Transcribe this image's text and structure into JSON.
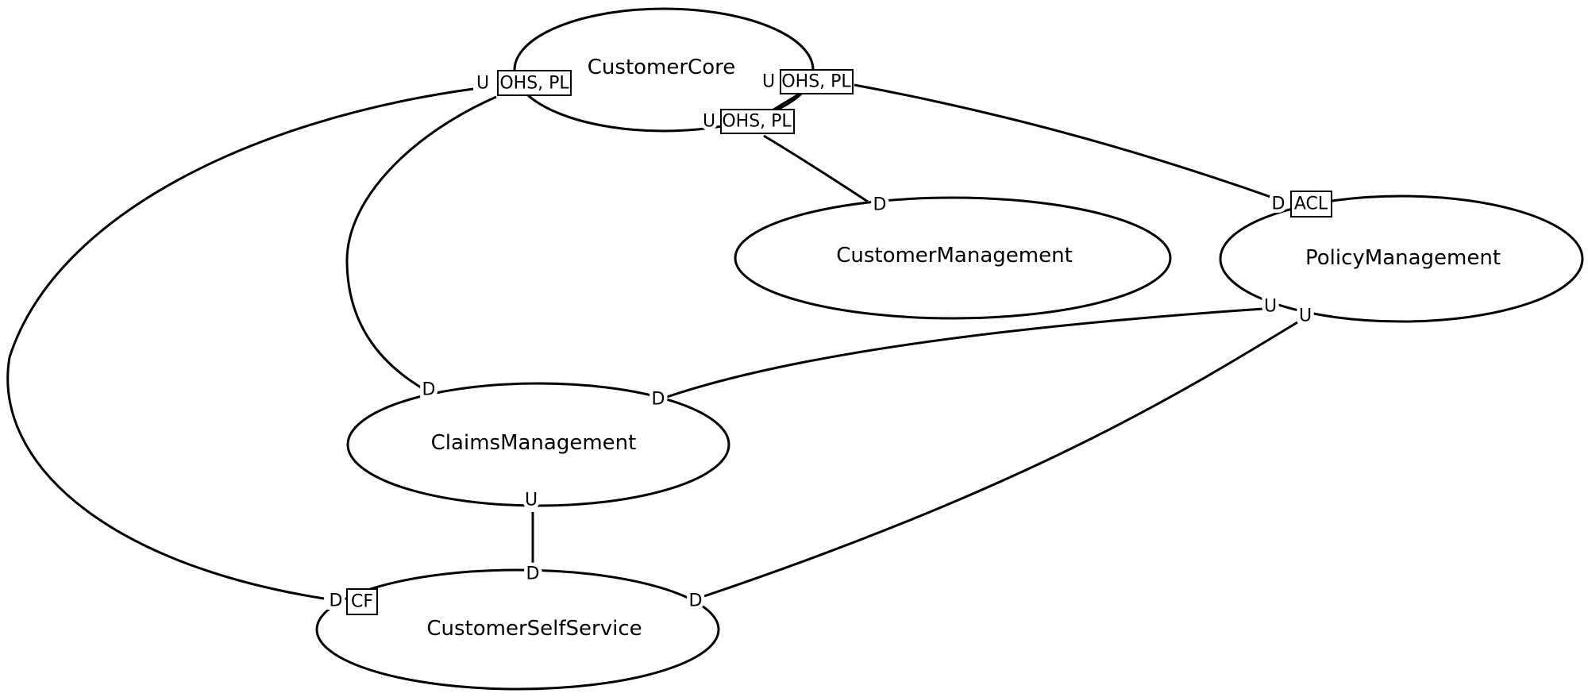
{
  "diagram": {
    "type": "ddd-context-map",
    "background_color": "#ffffff",
    "stroke_color": "#000000",
    "nodes": [
      {
        "id": "customer_core",
        "name": "CustomerCore"
      },
      {
        "id": "customer_management",
        "name": "CustomerManagement"
      },
      {
        "id": "policy_management",
        "name": "PolicyManagement"
      },
      {
        "id": "claims_management",
        "name": "ClaimsManagement"
      },
      {
        "id": "customer_self_service",
        "name": "CustomerSelfService"
      }
    ],
    "port_labels": {
      "upstream": "U",
      "downstream": "D"
    },
    "pattern_labels": {
      "ohs_pl": "OHS, PL",
      "acl": "ACL",
      "cf": "CF"
    },
    "relationships": [
      {
        "upstream": "CustomerCore",
        "downstream": "CustomerSelfService",
        "upstream_patterns": "OHS, PL",
        "downstream_patterns": "CF"
      },
      {
        "upstream": "CustomerCore",
        "downstream": "ClaimsManagement",
        "upstream_patterns": "OHS, PL",
        "downstream_patterns": ""
      },
      {
        "upstream": "CustomerCore",
        "downstream": "CustomerManagement",
        "upstream_patterns": "OHS, PL",
        "downstream_patterns": ""
      },
      {
        "upstream": "CustomerCore",
        "downstream": "PolicyManagement",
        "upstream_patterns": "OHS, PL",
        "downstream_patterns": "ACL"
      },
      {
        "upstream": "PolicyManagement",
        "downstream": "ClaimsManagement",
        "upstream_patterns": "",
        "downstream_patterns": ""
      },
      {
        "upstream": "PolicyManagement",
        "downstream": "CustomerSelfService",
        "upstream_patterns": "",
        "downstream_patterns": ""
      },
      {
        "upstream": "ClaimsManagement",
        "downstream": "CustomerSelfService",
        "upstream_patterns": "",
        "downstream_patterns": ""
      }
    ]
  }
}
